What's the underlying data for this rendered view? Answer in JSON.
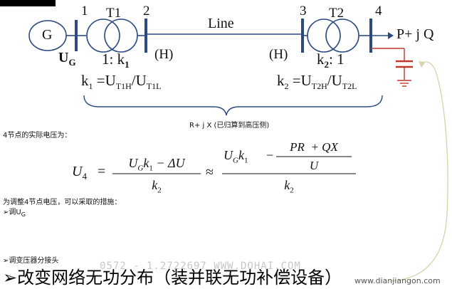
{
  "diagram": {
    "generator_label": "G",
    "bus_labels": [
      "1",
      "2",
      "3",
      "4"
    ],
    "transformer1_label": "T1",
    "transformer2_label": "T2",
    "line_label": "Line",
    "load_label": "P+ j Q",
    "ug_label": "U",
    "ug_sub": "G",
    "t1_ratio": "1: k",
    "t1_ratio_sub": "1",
    "t2_ratio": "k",
    "t2_ratio_sub": "2",
    "t2_ratio_tail": ": 1",
    "h_left": "(H)",
    "h_right": "(H)",
    "k1_formula": {
      "k": "k",
      "k_sub": "1",
      "eq": " =U",
      "num_sub": "T1H",
      "slash": "/U",
      "den_sub": "T1L"
    },
    "k2_formula": {
      "k": "k",
      "k_sub": "2",
      "eq": " =U",
      "num_sub": "T2H",
      "slash": "/U",
      "den_sub": "T2L"
    },
    "brace_label": "R+ j X (已归算到高压侧)"
  },
  "text": {
    "voltage_heading": "4节点的实际电压为：",
    "measures_heading": "为调整4节点电压，可以采取的措施：",
    "bullet_ug": "调U",
    "bullet_ug_sub": "G",
    "bullet_tap": "调变压器分接头",
    "bullet_main": "改变网络无功分布（装并联无功补偿设备）",
    "bullet_marker": "➢"
  },
  "formula": {
    "lhs": "U",
    "lhs_sub": "4",
    "eq": "=",
    "approx": "≈",
    "frac1_num": "U",
    "frac1_num_sub": "G",
    "frac1_num_k": "k",
    "frac1_num_k_sub": "1",
    "frac1_num_tail": " − ΔU",
    "frac1_den": "k",
    "frac1_den_sub": "2",
    "frac2_num_head": "U",
    "frac2_num_head_sub": "G",
    "frac2_num_k": "k",
    "frac2_num_k_sub": "1",
    "frac2_num_minus": "−",
    "frac2_inner_num": "PR  + QX",
    "frac2_inner_den": "U",
    "frac2_den": "k",
    "frac2_den_sub": "2"
  },
  "watermarks": {
    "middle": "0572 - 1.2722697   WWW.DOHAI.COM",
    "corner": "www.dianjiangon.com"
  },
  "colors": {
    "line": "#2c4a82",
    "capacitor": "#c0392b",
    "curve": "#d9d4b0",
    "bar": "#000000"
  }
}
